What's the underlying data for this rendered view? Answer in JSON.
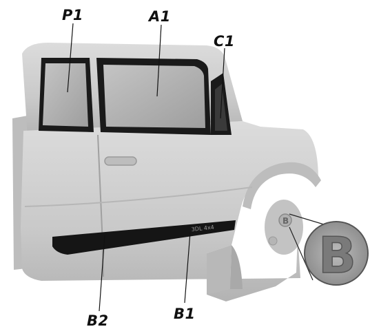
{
  "labels": {
    "p1": "P1",
    "a1": "A1",
    "c1": "C1",
    "b1": "B1",
    "b2": "B2"
  },
  "zoom_badge_letter": "B",
  "emblem_text": "3DL 4x4",
  "colors": {
    "body": "#cfcfcf",
    "body_shadow": "#a9a9a9",
    "glass": "#b5b5b5",
    "trim": "#151515",
    "leader": "#111111"
  }
}
